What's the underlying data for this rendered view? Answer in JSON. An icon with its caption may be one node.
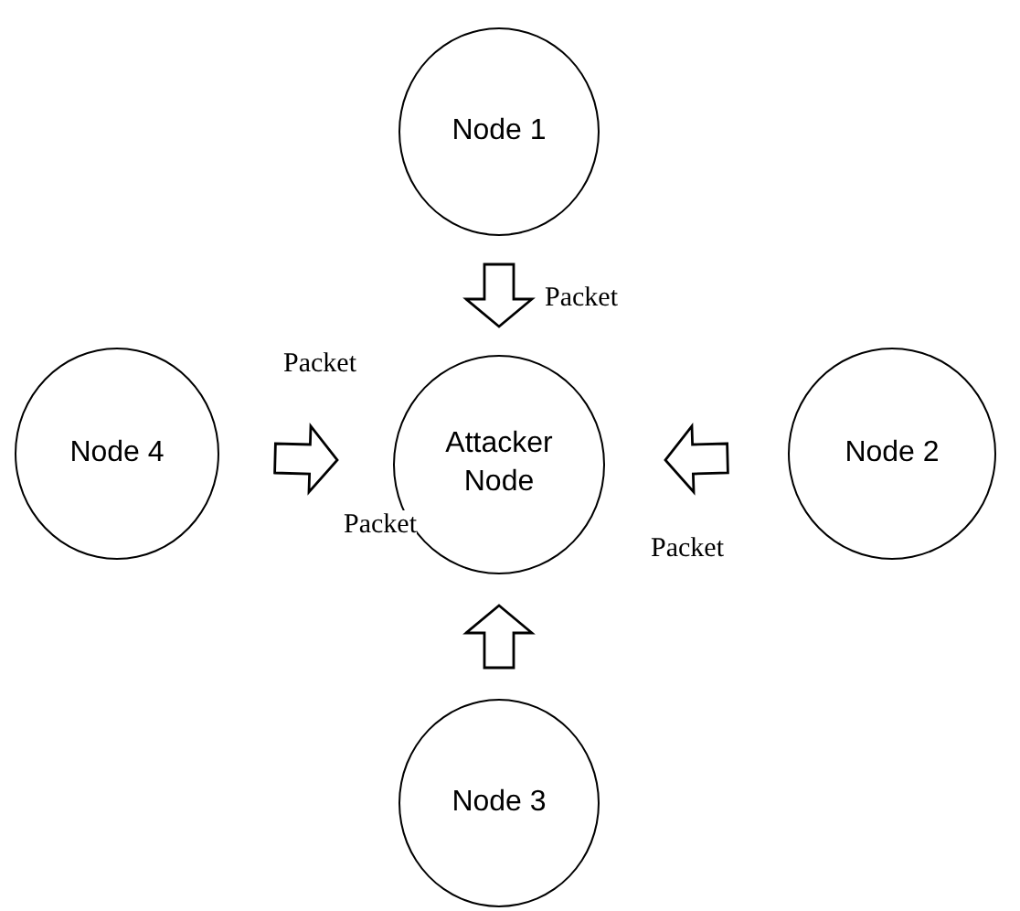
{
  "diagram": {
    "nodes": [
      {
        "text": [
          "Node 1"
        ]
      },
      {
        "text": [
          "Node 4"
        ]
      },
      {
        "text": [
          "Attacker Node"
        ]
      },
      {
        "text": [
          "Node 2"
        ]
      },
      {
        "text": [
          "Node 3"
        ]
      }
    ],
    "edges": [
      {
        "from": 0,
        "to": 2,
        "arrow": "to",
        "label": "Packet"
      },
      {
        "from": 1,
        "to": 2,
        "arrow": "to",
        "label": "Packet"
      },
      {
        "from": 3,
        "to": 2,
        "arrow": "to",
        "label": "Packet"
      },
      {
        "from": 4,
        "to": 2,
        "arrow": "to",
        "label": "Packet"
      }
    ]
  }
}
